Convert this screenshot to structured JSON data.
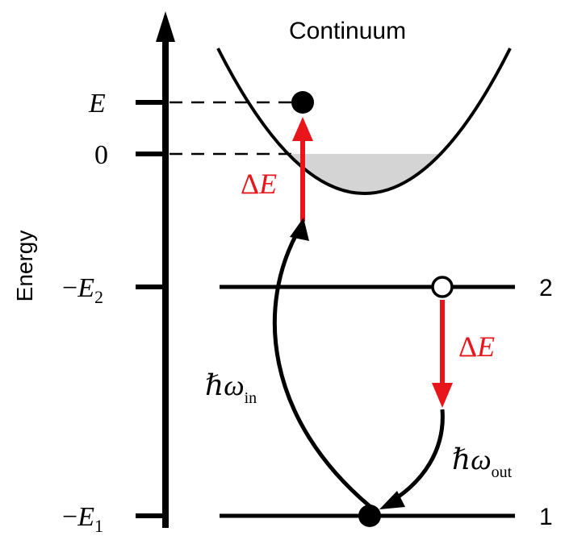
{
  "axis": {
    "label": "Energy"
  },
  "regions": {
    "continuum": "Continuum"
  },
  "ticks": {
    "e": {
      "main": "E"
    },
    "zero": {
      "main": "0"
    },
    "e2": {
      "sign": "−",
      "main": "E",
      "sub": "2"
    },
    "e1": {
      "sign": "−",
      "main": "E",
      "sub": "1"
    }
  },
  "levels": {
    "level_2": "2",
    "level_1": "1"
  },
  "transitions": {
    "delta_up": {
      "delta": "Δ",
      "var": "E"
    },
    "delta_down": {
      "delta": "Δ",
      "var": "E"
    },
    "photon_in": {
      "hbar": "ℏ",
      "omega": "ω",
      "sub": "in"
    },
    "photon_out": {
      "hbar": "ℏ",
      "omega": "ω",
      "sub": "out"
    }
  },
  "colors": {
    "ink": "#000000",
    "accent": "#e8161b",
    "fill": "#d4d4d4"
  }
}
